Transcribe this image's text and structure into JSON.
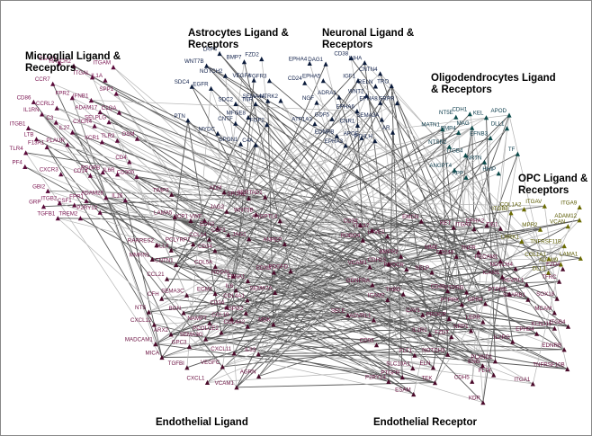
{
  "groups": [
    {
      "id": "microglia",
      "title_lines": [
        "Microglial Ligand &",
        "Receptors"
      ],
      "node_color": "#5a0a3a",
      "label_color": "#7a1450"
    },
    {
      "id": "astro",
      "title_lines": [
        "Astrocytes Ligand &",
        "Receptors"
      ],
      "node_color": "#0a1a3a",
      "label_color": "#10204a"
    },
    {
      "id": "neuron",
      "title_lines": [
        "Neuronal Ligand &",
        "Receptors"
      ],
      "node_color": "#0a1a3a",
      "label_color": "#10204a"
    },
    {
      "id": "oligo",
      "title_lines": [
        "Oligodendrocytes Ligand",
        "& Receptors"
      ],
      "node_color": "#0a4a4a",
      "label_color": "#0a3a4a"
    },
    {
      "id": "opc",
      "title_lines": [
        "OPC Ligand &",
        "Receptors"
      ],
      "node_color": "#6a6a00",
      "label_color": "#5a5a00"
    },
    {
      "id": "endo_lig",
      "title_lines": [
        "Endothelial Ligand"
      ],
      "node_color": "#4a0a2a",
      "label_color": "#6a1040"
    },
    {
      "id": "endo_rec",
      "title_lines": [
        "Endothelial Receptor"
      ],
      "node_color": "#4a0a2a",
      "label_color": "#6a1040"
    }
  ],
  "nodes": {
    "microglia": [
      "ADAM17",
      "PDGFB",
      "GRP",
      "ADAM28",
      "SPP1",
      "IFNB1",
      "GBI2",
      "IL16",
      "LTB",
      "SELPLG",
      "C3",
      "IL27",
      "IL1RN",
      "PLAUR",
      "OSM",
      "CSF1",
      "C1QA",
      "IL1A",
      "ITGAL",
      "HAVCR2",
      "CCR7",
      "CCRL2",
      "FPR2",
      "TLR2",
      "FPR1",
      "TLR4",
      "TREM2",
      "F13A1",
      "CD4",
      "PF4",
      "IL6R",
      "CD14",
      "CD86",
      "ITGB2",
      "C5AR1",
      "XCR1",
      "P2RY12",
      "CXCR3",
      "CD300",
      "CXCR4",
      "ITGAM",
      "ITGB1",
      "TGFB1"
    ],
    "astro": [
      "SEMA4A",
      "C4A",
      "MYDC",
      "MFGE8",
      "BMP7",
      "PTN",
      "SPON1",
      "WNT7B",
      "FGFR3",
      "FGF2",
      "EGFR",
      "SDC2",
      "SDC4",
      "CNTF",
      "LRP4",
      "TNR",
      "NTRK2",
      "NOTCH2",
      "FZD2",
      "VEGFA"
    ],
    "neuron": [
      "EPHA4",
      "EPHA6",
      "INHA",
      "EPHA5",
      "CD24",
      "EPHA3",
      "WNT2",
      "ATP1A3",
      "SEMA3A",
      "NGF",
      "ADRA1",
      "CNTN4",
      "AR",
      "DAG1",
      "GDF5",
      "CD38",
      "PTHLH",
      "EPHA8",
      "EDNRB",
      "GRPR",
      "CNR1",
      "RELN",
      "IGF1",
      "TRO",
      "APOE"
    ],
    "oligo": [
      "ANGPT4",
      "APOD",
      "EFNB3",
      "TF",
      "APP",
      "HHIP",
      "DLL1",
      "NT5E",
      "BMP4",
      "ITGB4",
      "CDH1",
      "NRTN",
      "MATN1",
      "MAG",
      "KEL",
      "NTSR2"
    ],
    "opc": [
      "MPR2",
      "LRRK1",
      "ITGA9",
      "ADAM9",
      "LAMA1",
      "VCAN",
      "ADAM12",
      "COL1A1",
      "DLL3",
      "COL1A2",
      "ITGB8",
      "TNFRSF11B",
      "ITGAV"
    ],
    "endo_lig": [
      "CSF1",
      "MICA",
      "TGFBI",
      "CFH",
      "VWF",
      "SEMA3G",
      "PCOLCE2",
      "BGN",
      "IL6",
      "PCLYRP1",
      "ANGPTL4",
      "VCAM1",
      "CD34",
      "RARRES2",
      "SPON2",
      "CXCL11",
      "ARX2",
      "NTS",
      "VEGFC",
      "WNT5B",
      "MMRN1",
      "COL4A2",
      "AGRN",
      "ADM",
      "JAG2",
      "SEMA7A",
      "JAG1",
      "MADCAM1",
      "DLL4",
      "ANPEP",
      "EDN1",
      "NAMPT",
      "EDN3",
      "PDGFD",
      "CCL21",
      "GPC3",
      "TIMP3",
      "CD34",
      "LAMA5",
      "MDK",
      "NODAL",
      "UCP1",
      "HSPG2",
      "SEMA3C",
      "CCL14",
      "IL33",
      "SERTAD1",
      "CCL19",
      "COL5A",
      "ECM1",
      "CXCL12",
      "EFNA1",
      "CXCL1",
      "CNTN1",
      "COL4A1"
    ],
    "endo_rec": [
      "PTPRG",
      "PLXND1",
      "LEPR",
      "RET",
      "TFRC",
      "TNFR",
      "ELN",
      "CAV1",
      "EPHB4",
      "SCARB1",
      "ENG",
      "PROCR",
      "GDNFRA",
      "MCAM",
      "FLT4",
      "SOX18",
      "ACVRL1",
      "KCNJ15",
      "PTPRB",
      "P2RY14",
      "FZD7",
      "PECAM1",
      "ITGA7",
      "PTGFR",
      "TEK",
      "CD40",
      "SELE",
      "ROBO4",
      "KDR",
      "NOTCH4",
      "TIE1",
      "CDH5",
      "SLC10A1",
      "CD248",
      "BMPR2",
      "IL1R1",
      "FZD4",
      "PROCR",
      "ACVRL1",
      "LYVE1",
      "NOTCH3",
      "FLT1",
      "GPR4",
      "ITGA1",
      "ITGA4",
      "MME",
      "ITGB4",
      "SELP",
      "TNFRSF10B",
      "ICAM2",
      "ICAM1",
      "VCAM1",
      "CD34",
      "CD93",
      "THBD",
      "EDNRB",
      "EMCN",
      "NRP1",
      "ESAM",
      "CDH13",
      "PTPRK",
      "EPHA2",
      "IL2RG"
    ]
  }
}
